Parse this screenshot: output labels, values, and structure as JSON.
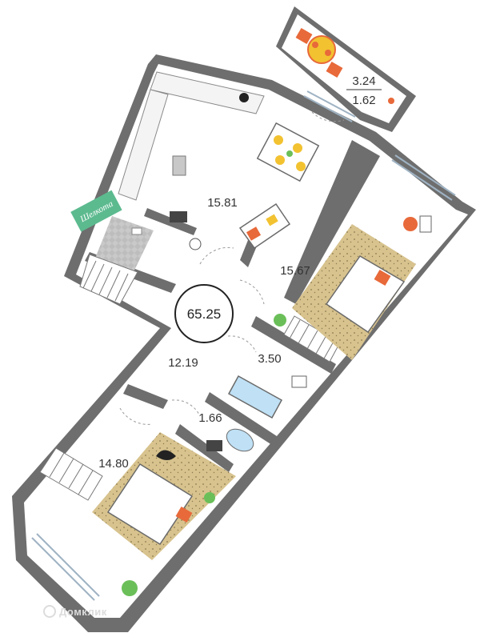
{
  "plan": {
    "total_area": "65.25",
    "rooms": [
      {
        "key": "kitchen_living",
        "area": "15.81"
      },
      {
        "key": "bedroom_right",
        "area": "15.67"
      },
      {
        "key": "hall",
        "area": "12.19"
      },
      {
        "key": "bathroom",
        "area": "3.50"
      },
      {
        "key": "toilet",
        "area": "1.66"
      },
      {
        "key": "bedroom_left",
        "area": "14.80"
      }
    ],
    "balcony": {
      "area_top": "3.24",
      "area_bottom": "1.62"
    },
    "sign_text": "Шелкота",
    "watermark": "Домклик"
  },
  "colors": {
    "wall": "#6e6e6e",
    "rug": "#d8c38e",
    "accent_orange": "#e8693a",
    "accent_yellow": "#f2c230",
    "accent_green": "#6bbf59",
    "accent_blue": "#bfe0f5",
    "sign_green": "#5cba8f"
  }
}
